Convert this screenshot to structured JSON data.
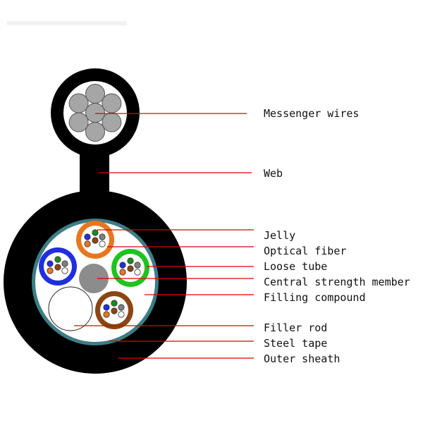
{
  "diagram": {
    "labels": {
      "messenger_wires": "Messenger wires",
      "web": "Web",
      "jelly": "Jelly",
      "optical_fiber": "Optical fiber",
      "loose_tube": "Loose tube",
      "central_strength_member": "Central strength member",
      "filling_compound": "Filling compound",
      "filler_rod": "Filler rod",
      "steel_tape": "Steel tape",
      "outer_sheath": "Outer sheath"
    },
    "colors": {
      "sheath": "#000000",
      "steel_tape": "#3d7d86",
      "leader_line": "#e00000",
      "strand": "#a6a6a6",
      "strength_member": "#8c8c8c",
      "tube_orange": "#e8761e",
      "tube_green": "#1fc21f",
      "tube_blue": "#1f2fe0",
      "tube_brown": "#8b4513"
    },
    "fiber_colors": [
      "#1f2fe0",
      "#e8761e",
      "#1a8a1a",
      "#8b4513",
      "#808080",
      "#ffffff"
    ]
  }
}
